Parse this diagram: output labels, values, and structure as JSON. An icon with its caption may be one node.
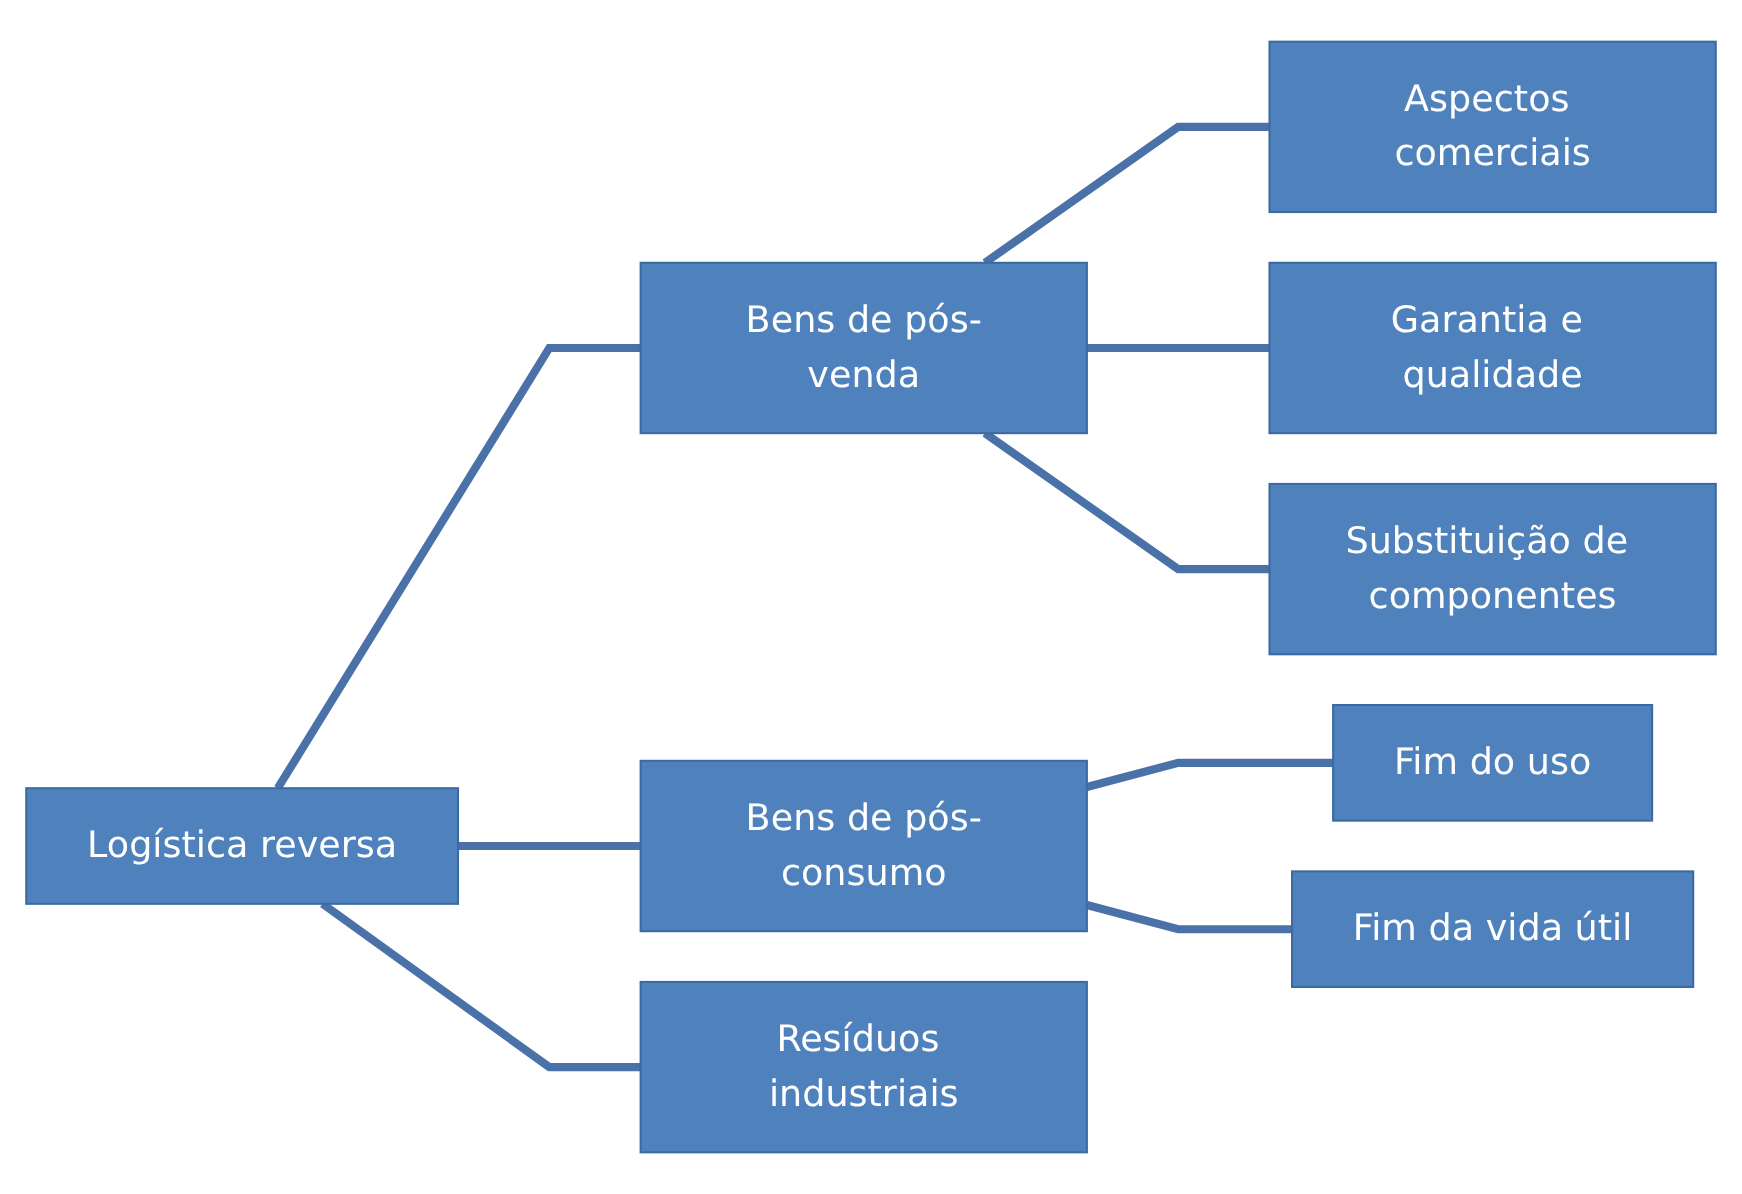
{
  "diagram": {
    "nodes": [
      {
        "text": [
          "Logística reversa"
        ]
      },
      {
        "text": [
          "Bens de pós-venda"
        ]
      },
      {
        "text": [
          "Bens de pós-consumo"
        ]
      },
      {
        "text": [
          "Resíduos industriais"
        ]
      },
      {
        "text": [
          "Aspectos comerciais"
        ]
      },
      {
        "text": [
          "Garantia e qualidade"
        ]
      },
      {
        "text": [
          "Substituição de componentes"
        ]
      },
      {
        "text": [
          "Fim do uso"
        ]
      },
      {
        "text": [
          "Fim da vida útil"
        ]
      }
    ],
    "edges": [
      {
        "from": 0,
        "to": 1,
        "arrow": "none"
      },
      {
        "from": 0,
        "to": 2,
        "arrow": "none"
      },
      {
        "from": 0,
        "to": 3,
        "arrow": "none"
      },
      {
        "from": 1,
        "to": 4,
        "arrow": "none"
      },
      {
        "from": 1,
        "to": 5,
        "arrow": "none"
      },
      {
        "from": 1,
        "to": 6,
        "arrow": "none"
      },
      {
        "from": 2,
        "to": 7,
        "arrow": "none"
      },
      {
        "from": 2,
        "to": 8,
        "arrow": "none"
      }
    ]
  }
}
